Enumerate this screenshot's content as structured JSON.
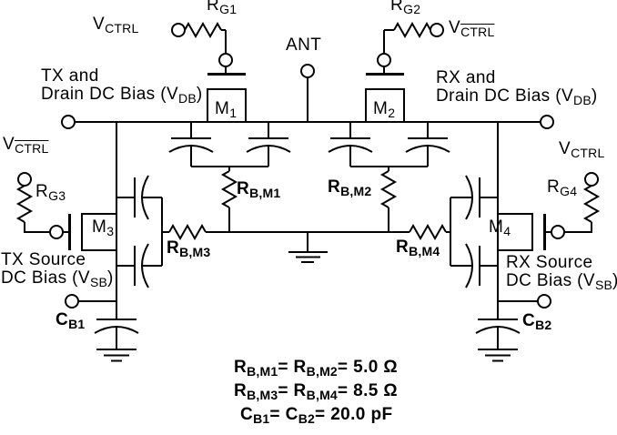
{
  "colors": {
    "background": "#ffffff",
    "ink": "#000000"
  },
  "labels": {
    "rg1": [
      "R",
      "G1"
    ],
    "rg2": [
      "R",
      "G2"
    ],
    "rg3": [
      "R",
      "G3"
    ],
    "rg4": [
      "R",
      "G4"
    ],
    "vctrl_top_left": [
      "V",
      "CTRL"
    ],
    "vctrl_top_right": [
      "V",
      "CTRL"
    ],
    "vctrl_mid_left": [
      "V",
      "CTRL"
    ],
    "vctrl_mid_right": [
      "V",
      "CTRL"
    ],
    "ant": [
      "ANT"
    ],
    "m1": [
      "M",
      "1"
    ],
    "m2": [
      "M",
      "2"
    ],
    "m3": [
      "M",
      "3"
    ],
    "m4": [
      "M",
      "4"
    ],
    "rb_m1": [
      "R",
      "B,M1"
    ],
    "rb_m2": [
      "R",
      "B,M2"
    ],
    "rb_m3": [
      "R",
      "B,M3"
    ],
    "rb_m4": [
      "R",
      "B,M4"
    ],
    "cb1": [
      "C",
      "B1"
    ],
    "cb2": [
      "C",
      "B2"
    ],
    "tx_drain": [
      "TX and",
      "Drain DC Bias (V",
      "DB",
      ")"
    ],
    "rx_drain": [
      "RX and",
      "Drain DC Bias (V",
      "DB",
      ")"
    ],
    "tx_source": [
      "TX Source",
      "DC Bias (V",
      "SB",
      ")"
    ],
    "rx_source": [
      "RX Source",
      "DC Bias (V",
      "SB",
      ")"
    ],
    "eq_rb12": [
      "R",
      "B,M1",
      "= R",
      "B,M2",
      "= 5.0 Ω"
    ],
    "eq_rb34": [
      "R",
      "B,M3",
      "= R",
      "B,M4",
      "= 8.5 Ω"
    ],
    "eq_cb": [
      "C",
      "B1",
      "= C",
      "B2",
      "= 20.0 pF"
    ]
  }
}
